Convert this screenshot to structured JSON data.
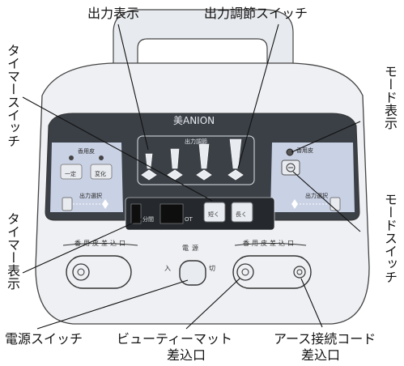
{
  "callouts": {
    "output_display": "出力表示",
    "output_adjust_switch": "出力調節スイッチ",
    "timer_switch": "タイマースイッチ",
    "mode_display": "モード表示",
    "mode_switch": "モードスイッチ",
    "timer_display": "タイマー表示",
    "power_switch": "電源スイッチ",
    "beauty_mat_inlet_line1": "ビューティーマット",
    "beauty_mat_inlet_line2": "差込口",
    "earth_cord_inlet_line1": "アース接続コード",
    "earth_cord_inlet_line2": "差込口"
  },
  "device": {
    "brand": "美ANION",
    "output_adjust_label": "出力調節",
    "mode_left_top": "香用皮",
    "mode_btn_1": "一定",
    "mode_btn_2": "変化",
    "mode_right_top": "香用皮",
    "output_select_left": "出力選択",
    "output_select_right": "出力選択",
    "timer_unit_1": "分間",
    "timer_unit_2": "OT",
    "timer_btn_1": "短く",
    "timer_btn_2": "長く",
    "port_left_label": "香用皮差込口",
    "power_label": "電源",
    "power_on": "入",
    "power_off": "切",
    "port_right_label": "香用皮差込口"
  },
  "colors": {
    "body": "#eef0f3",
    "panel_dark": "#3b4047",
    "panel_blue": "#cfd6e8",
    "display": "#141414",
    "lines": "#111111"
  }
}
